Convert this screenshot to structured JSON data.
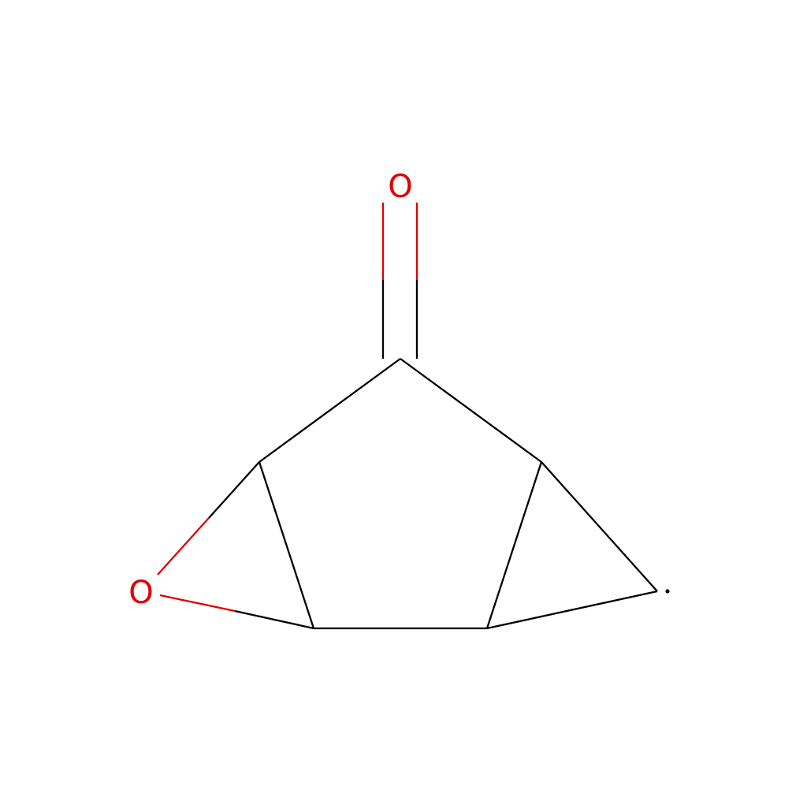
{
  "molecule": {
    "atoms": [
      {
        "id": "o-carbonyl",
        "label": "O",
        "color": "#e00000"
      },
      {
        "id": "o-epoxide",
        "label": "O",
        "color": "#e00000"
      }
    ],
    "bond_color": "#000000",
    "background": "#ffffff"
  }
}
